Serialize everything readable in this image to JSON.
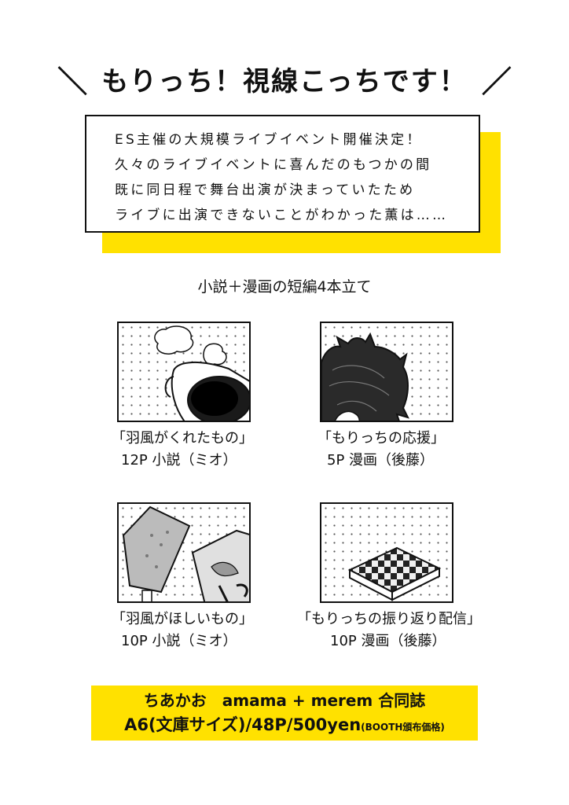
{
  "title": {
    "left_mark": "＼",
    "text": "もりっち！視線こっちです！",
    "right_mark": "／"
  },
  "intro": {
    "lines": [
      "ES主催の大規模ライブイベント開催決定！",
      "久々のライブイベントに喜んだのもつかの間",
      "既に同日程で舞台出演が決まっていたため",
      "ライブに出演できないことがわかった薫は……"
    ]
  },
  "subtitle": "小説＋漫画の短編4本立て",
  "stories": [
    {
      "title": "「羽風がくれたもの」",
      "info": "12P 小説（ミオ）",
      "illustration": "coffee-cup"
    },
    {
      "title": "「もりっちの応援」",
      "info": "5P 漫画（後藤）",
      "illustration": "messy-hair"
    },
    {
      "title": "「羽風がほしいもの」",
      "info": "10P 小説（ミオ）",
      "illustration": "popsicle"
    },
    {
      "title": "「もりっちの振り返り配信」",
      "info": "10P 漫画（後藤）",
      "illustration": "checkered-box"
    }
  ],
  "footer": {
    "line1": "ちあかお　amama + merem 合同誌",
    "line2_main": "A6(文庫サイズ)/48P/500yen",
    "line2_note": "(BOOTH頒布価格)"
  },
  "colors": {
    "accent": "#ffe100",
    "ink": "#111111"
  }
}
